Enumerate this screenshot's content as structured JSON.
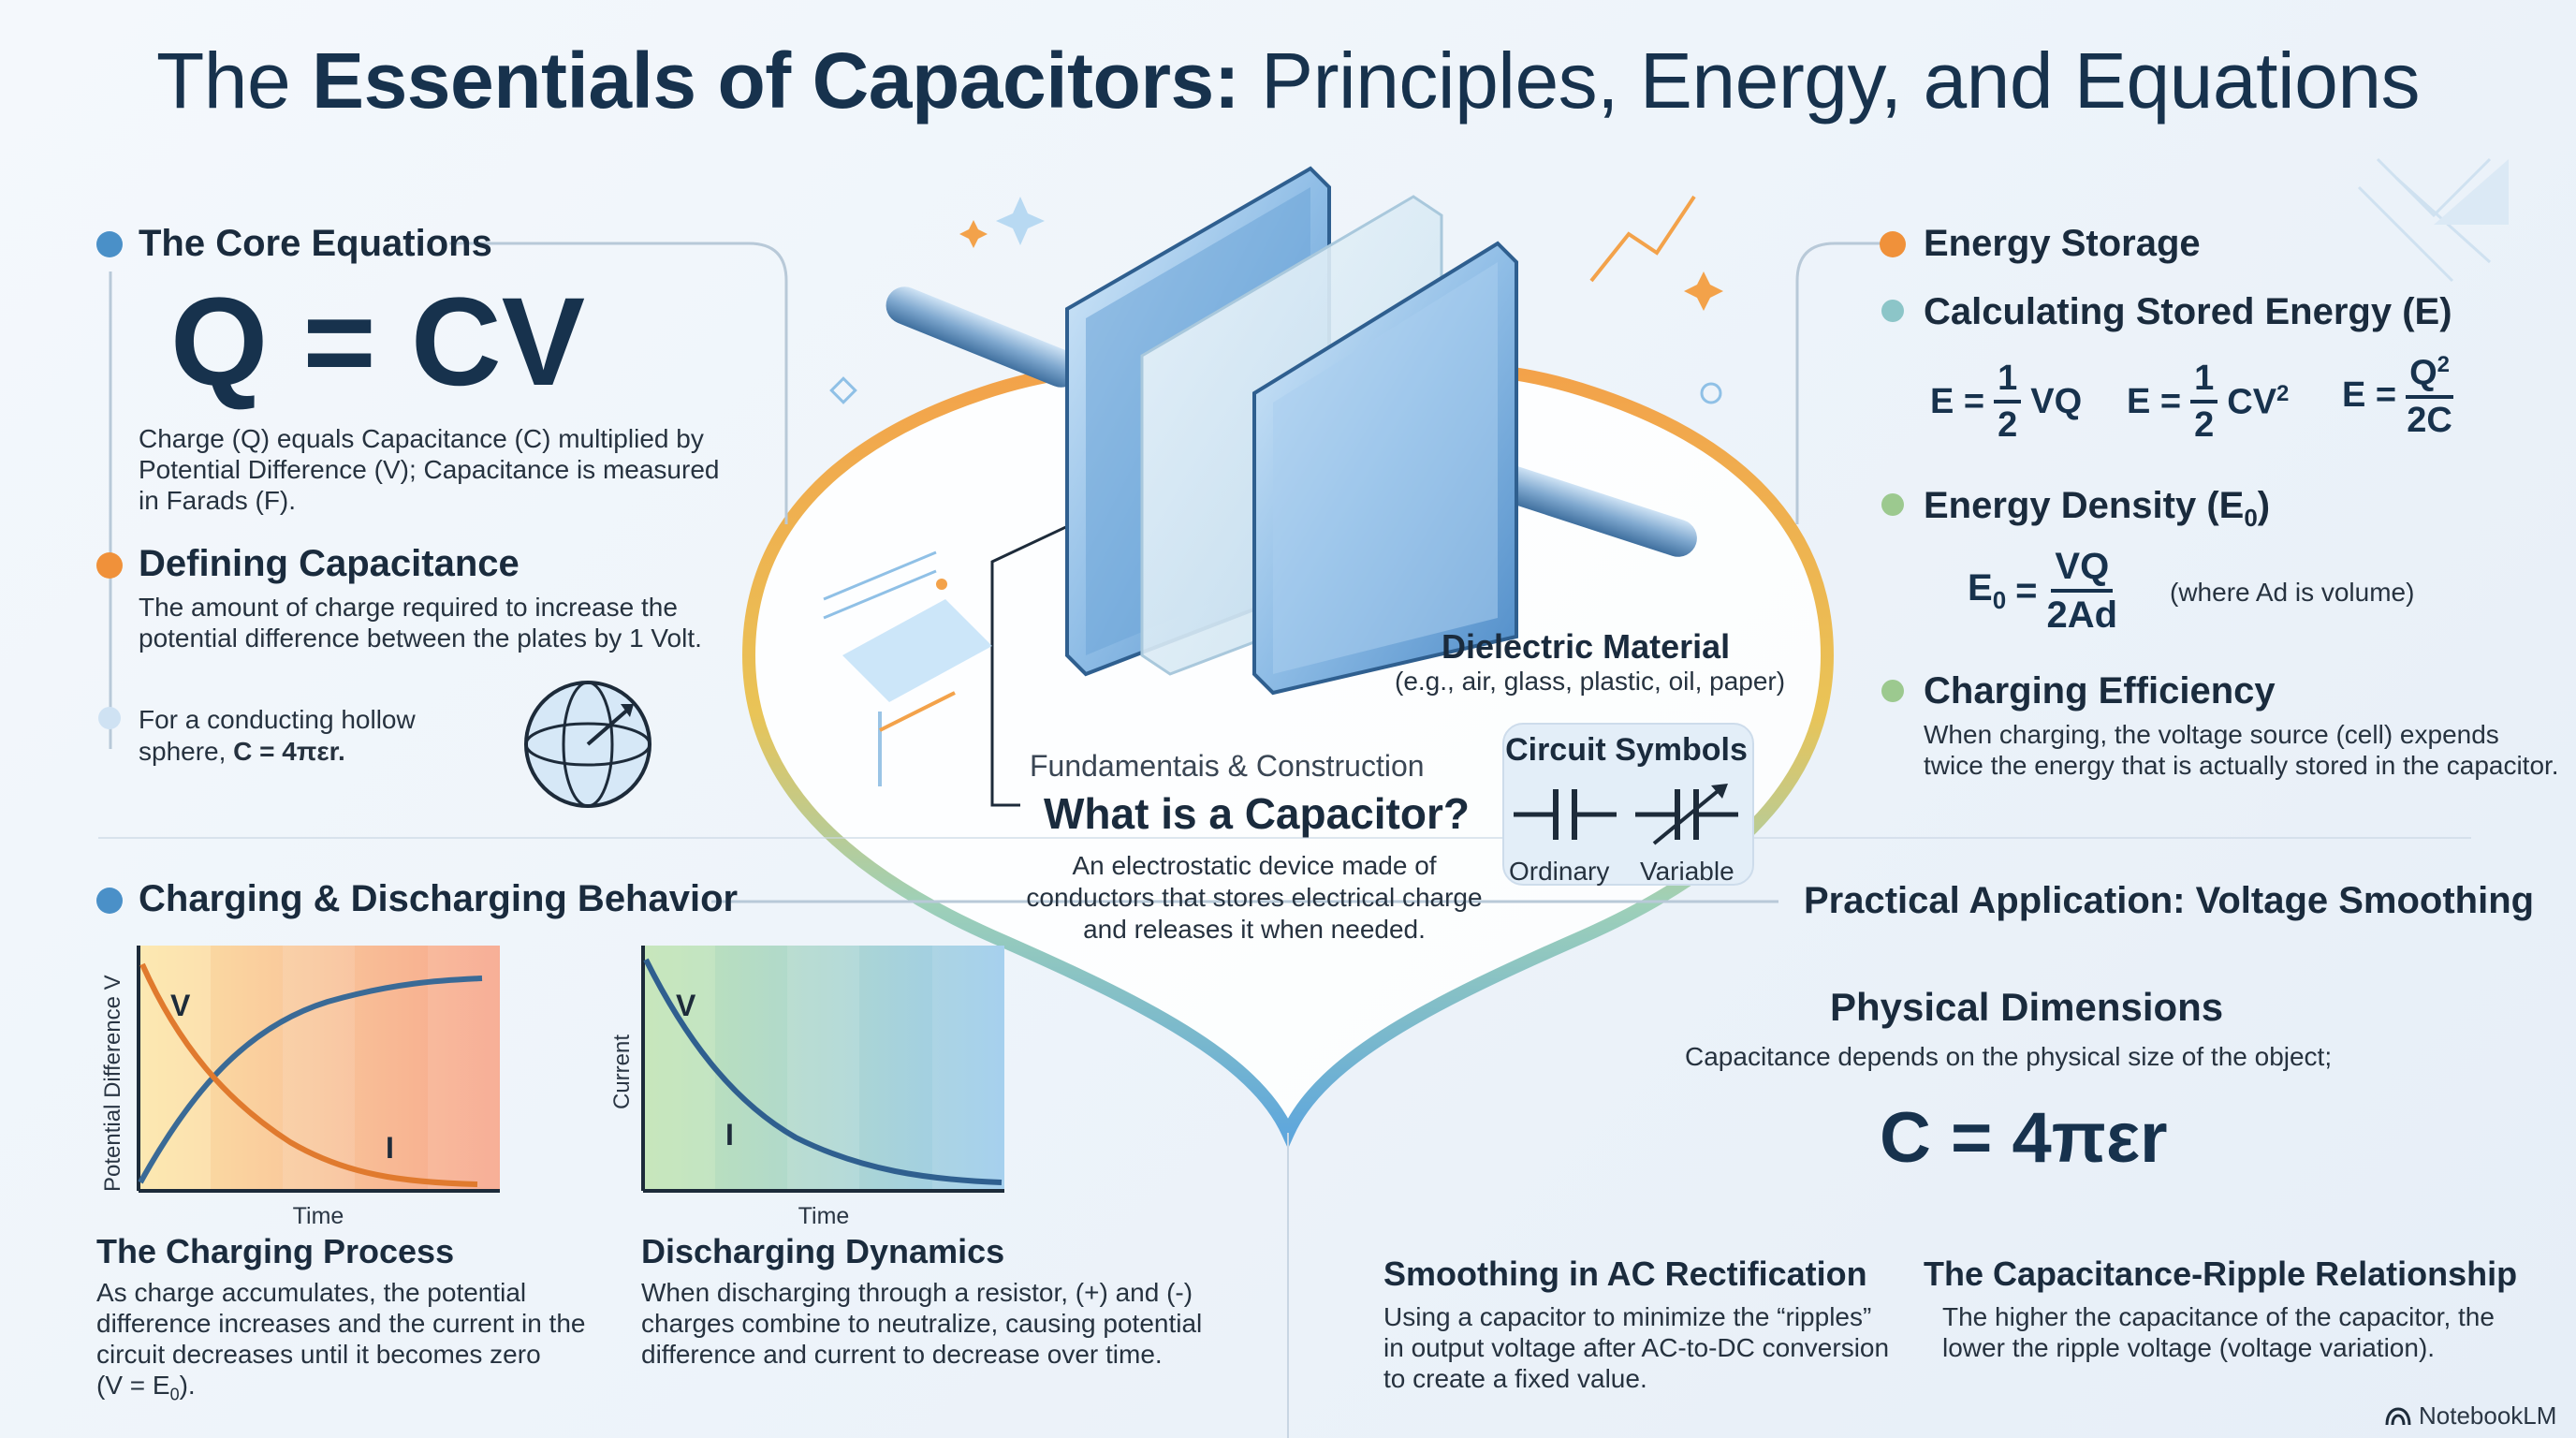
{
  "title": {
    "pre": "The ",
    "bold": "Essentials of Capacitors:",
    "post": " Principles, Energy, and Equations"
  },
  "core": {
    "heading": "The Core Equations",
    "main_eq": "Q = CV",
    "desc": "Charge (Q) equals Capacitance (C) multiplied by Potential Difference (V); Capacitance is measured in Farads (F).",
    "def_heading": "Defining Capacitance",
    "def_desc": "The amount of charge required to increase the potential difference between the plates by 1 Volt.",
    "sphere_line1": "For a conducting hollow",
    "sphere_line2_pre": "sphere, ",
    "sphere_line2_eq": "C = 4πεr."
  },
  "center": {
    "dielectric_label": "Dielectric Material",
    "dielectric_examples": "(e.g., air, glass, plastic, oil, paper)",
    "subtitle": "Fundamentais & Construction",
    "heading": "What is a Capacitor?",
    "desc_l1": "An electrostatic device made of",
    "desc_l2": "conductors that stores electrical charge",
    "desc_l3": "and releases it when needed.",
    "symbols_title": "Circuit Symbols",
    "symbol_ordinary": "Ordinary",
    "symbol_variable": "Variable"
  },
  "energy": {
    "heading": "Energy Storage",
    "calc_heading": "Calculating Stored Energy (E)",
    "eq1": {
      "lhs": "E =",
      "num": "1",
      "den": "2",
      "rhs": "VQ"
    },
    "eq2": {
      "lhs": "E =",
      "num": "1",
      "den": "2",
      "rhs": "CV",
      "sup": "2"
    },
    "eq3": {
      "lhs": "E =",
      "num": "Q",
      "num_sup": "2",
      "den": "2C"
    },
    "density_heading": "Energy Density (E",
    "density_sub": "0",
    "density_close": ")",
    "density_eq": {
      "lhs": "E",
      "lhs_sub": "0",
      "eq": "=",
      "num": "VQ",
      "den": "2Ad"
    },
    "density_note": "(where Ad is volume)",
    "eff_heading": "Charging Efficiency",
    "eff_desc_l1": "When charging, the voltage source (cell) expends",
    "eff_desc_l2": "twice the energy that is actually stored in the capacitor."
  },
  "charging": {
    "heading": "Charging & Discharging Behavior",
    "chart1": {
      "ylabel": "Potential Difference V",
      "xlabel": "Time",
      "v_label": "V",
      "i_label": "I"
    },
    "chart2": {
      "ylabel": "Current",
      "xlabel": "Time",
      "v_label": "V",
      "i_label": "I"
    },
    "proc_heading": "The Charging Process",
    "proc_l1": "As charge accumulates, the potential",
    "proc_l2": "difference increases and the current in the",
    "proc_l3": "circuit decreases until it becomes zero",
    "proc_l4_pre": "(V = E",
    "proc_l4_sub": "0",
    "proc_l4_post": ").",
    "dis_heading": "Discharging Dynamics",
    "dis_l1": "When discharging through a resistor, (+) and (-)",
    "dis_l2": "charges combine to neutralize, causing potential",
    "dis_l3": "difference and current to decrease over time."
  },
  "practical": {
    "heading": "Practical Application: Voltage Smoothing",
    "dim_heading": "Physical Dimensions",
    "dim_desc": "Capacitance depends on the physical size of the object;",
    "dim_eq": "C = 4πεr",
    "smooth_heading": "Smoothing in AC Rectification",
    "smooth_l1": "Using a capacitor to minimize the “ripples”",
    "smooth_l2": "in output voltage after AC-to-DC conversion",
    "smooth_l3": "to create a fixed value.",
    "ripple_heading": "The Capacitance-Ripple Relationship",
    "ripple_l1": "The higher the capacitance of the capacitor, the",
    "ripple_l2": "lower the ripple voltage (voltage variation)."
  },
  "footer": {
    "brand": "NotebookLM"
  },
  "colors": {
    "navy": "#17324d",
    "blue_dot": "#4a90c8",
    "orange_dot": "#f0913a",
    "teal_dot": "#8cc5c8",
    "green_dot": "#9cc98f",
    "light_dot": "#cfe2f3"
  }
}
